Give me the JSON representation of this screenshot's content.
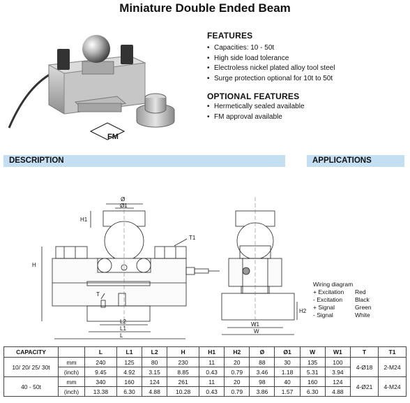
{
  "title": "Miniature Double Ended Beam",
  "features": {
    "heading": "FEATURES",
    "items": [
      "Capacities: 10 - 50t",
      "High side load tolerance",
      "Electroless nickel plated alloy tool steel",
      "Surge protection optional for 10t to 50t"
    ]
  },
  "optional": {
    "heading": "OPTIONAL FEATURES",
    "items": [
      "Hermetically sealed available",
      "FM approval available"
    ]
  },
  "fm_badge": "FM",
  "description_label": "DESCRIPTION",
  "applications_label": "APPLICATIONS",
  "drawing_labels": {
    "phi": "Ø",
    "phi1": "Ø1",
    "h1": "H1",
    "h": "H",
    "t1": "T1",
    "t": "T",
    "l2": "L2",
    "l1": "L1",
    "l": "L",
    "h2": "H2",
    "w1": "W1",
    "w": "W"
  },
  "wiring": {
    "title": "Wiring diagram",
    "rows": [
      {
        "signal": "+ Excitation",
        "color": "Red"
      },
      {
        "signal": "- Excitation",
        "color": "Black"
      },
      {
        "signal": "+ Signal",
        "color": "Green"
      },
      {
        "signal": "- Signal",
        "color": "White"
      }
    ]
  },
  "table": {
    "headers": [
      "CAPACITY",
      "",
      "L",
      "L1",
      "L2",
      "H",
      "H1",
      "H2",
      "Ø",
      "Ø1",
      "W",
      "W1",
      "T",
      "T1"
    ],
    "groups": [
      {
        "capacity": "10/ 20/ 25/ 30t",
        "T": "4-Ø18",
        "T1": "2-M24",
        "rows": [
          {
            "unit": "mm",
            "vals": [
              "240",
              "125",
              "80",
              "230",
              "11",
              "20",
              "88",
              "30",
              "135",
              "100"
            ]
          },
          {
            "unit": "(inch)",
            "vals": [
              "9.45",
              "4.92",
              "3.15",
              "8.85",
              "0.43",
              "0.79",
              "3.46",
              "1.18",
              "5.31",
              "3.94"
            ]
          }
        ]
      },
      {
        "capacity": "40 - 50t",
        "T": "4-Ø21",
        "T1": "4-M24",
        "rows": [
          {
            "unit": "mm",
            "vals": [
              "340",
              "160",
              "124",
              "261",
              "11",
              "20",
              "98",
              "40",
              "160",
              "124"
            ]
          },
          {
            "unit": "(inch)",
            "vals": [
              "13.38",
              "6.30",
              "4.88",
              "10.28",
              "0.43",
              "0.79",
              "3.86",
              "1.57",
              "6.30",
              "4.88"
            ]
          }
        ]
      }
    ]
  }
}
